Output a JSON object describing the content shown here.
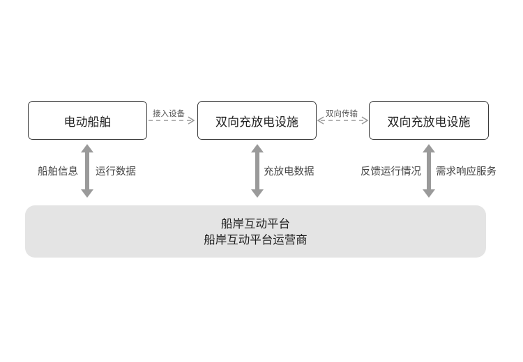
{
  "diagram": {
    "nodes": {
      "ship": "电动船舶",
      "facility_a": "双向充放电设施",
      "facility_b": "双向充放电设施"
    },
    "edges": {
      "ship_to_facility": "接入设备",
      "facility_bidirectional": "双向传输"
    },
    "platform": {
      "line1": "船岸互动平台",
      "line2": "船岸互动平台运营商"
    },
    "vertical_links": {
      "left_label_a": "船舶信息",
      "left_label_b": "运行数据",
      "middle_label": "充放电数据",
      "right_label_a": "反馈运行情况",
      "right_label_b": "需求响应服务"
    }
  },
  "colors": {
    "arrow_gray": "#9a9a9a",
    "platform_fill": "#e4e4e4",
    "node_border": "#3a3a3a"
  }
}
